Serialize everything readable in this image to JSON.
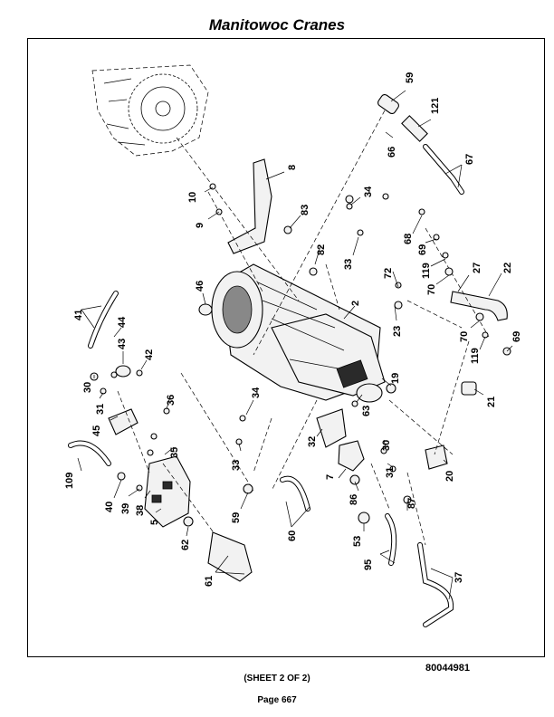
{
  "header": {
    "title": "Manitowoc Cranes"
  },
  "footer": {
    "document_number": "80044981",
    "sheet": "(SHEET 2 OF 2)",
    "page": "Page 667"
  },
  "callouts": {
    "c59a": "59",
    "c121": "121",
    "c66": "66",
    "c67": "67",
    "c8": "8",
    "c10": "10",
    "c9": "9",
    "c83": "83",
    "c34a": "34",
    "c82": "82",
    "c33a": "33",
    "c68": "68",
    "c69a": "69",
    "c119a": "119",
    "c70a": "70",
    "c72": "72",
    "c27": "27",
    "c22": "22",
    "c46": "46",
    "c2": "2",
    "c41": "41",
    "c44": "44",
    "c43": "43",
    "c42": "42",
    "c23": "23",
    "c70b": "70",
    "c119b": "119",
    "c69b": "69",
    "c30a": "30",
    "c36": "36",
    "c31a": "31",
    "c45": "45",
    "c19": "19",
    "c63": "63",
    "c21": "21",
    "c34b": "34",
    "c32": "32",
    "c35": "35",
    "c109": "109",
    "c33b": "33",
    "c30b": "30",
    "c7": "7",
    "c31b": "31",
    "c20": "20",
    "c40": "40",
    "c39": "39",
    "c38": "38",
    "c5": "5",
    "c59b": "59",
    "c86": "86",
    "c87": "87",
    "c60": "60",
    "c53": "53",
    "c62": "62",
    "c95": "95",
    "c61": "61",
    "c37": "37"
  }
}
